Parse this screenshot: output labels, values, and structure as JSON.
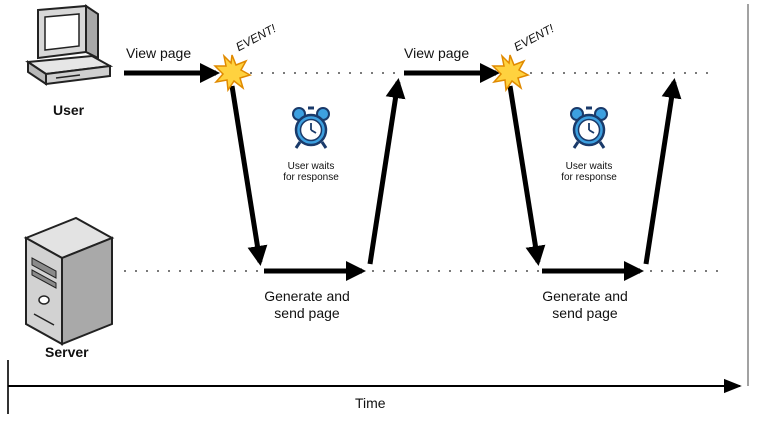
{
  "actors": {
    "user": "User",
    "server": "Server"
  },
  "cycles": [
    {
      "view_label": "View page",
      "event_label": "EVENT!",
      "wait_label_line1": "User waits",
      "wait_label_line2": "for response",
      "generate_line1": "Generate and",
      "generate_line2": "send page"
    },
    {
      "view_label": "View page",
      "event_label": "EVENT!",
      "wait_label_line1": "User waits",
      "wait_label_line2": "for response",
      "generate_line1": "Generate and",
      "generate_line2": "send page"
    }
  ],
  "time_axis": {
    "label": "Time"
  },
  "icons": {
    "user": "desktop-computer-icon",
    "server": "server-tower-icon",
    "event": "burst-star-icon",
    "wait": "alarm-clock-icon"
  },
  "colors": {
    "event_fill": "#ffd23f",
    "event_stroke": "#e08a00",
    "clock_fill": "#3da0e0",
    "clock_stroke": "#1a3a6a",
    "computer_fill": "#d8d8d8",
    "server_fill": "#c9c9c9",
    "arrow": "#000000",
    "dots": "#7a7a7a"
  }
}
